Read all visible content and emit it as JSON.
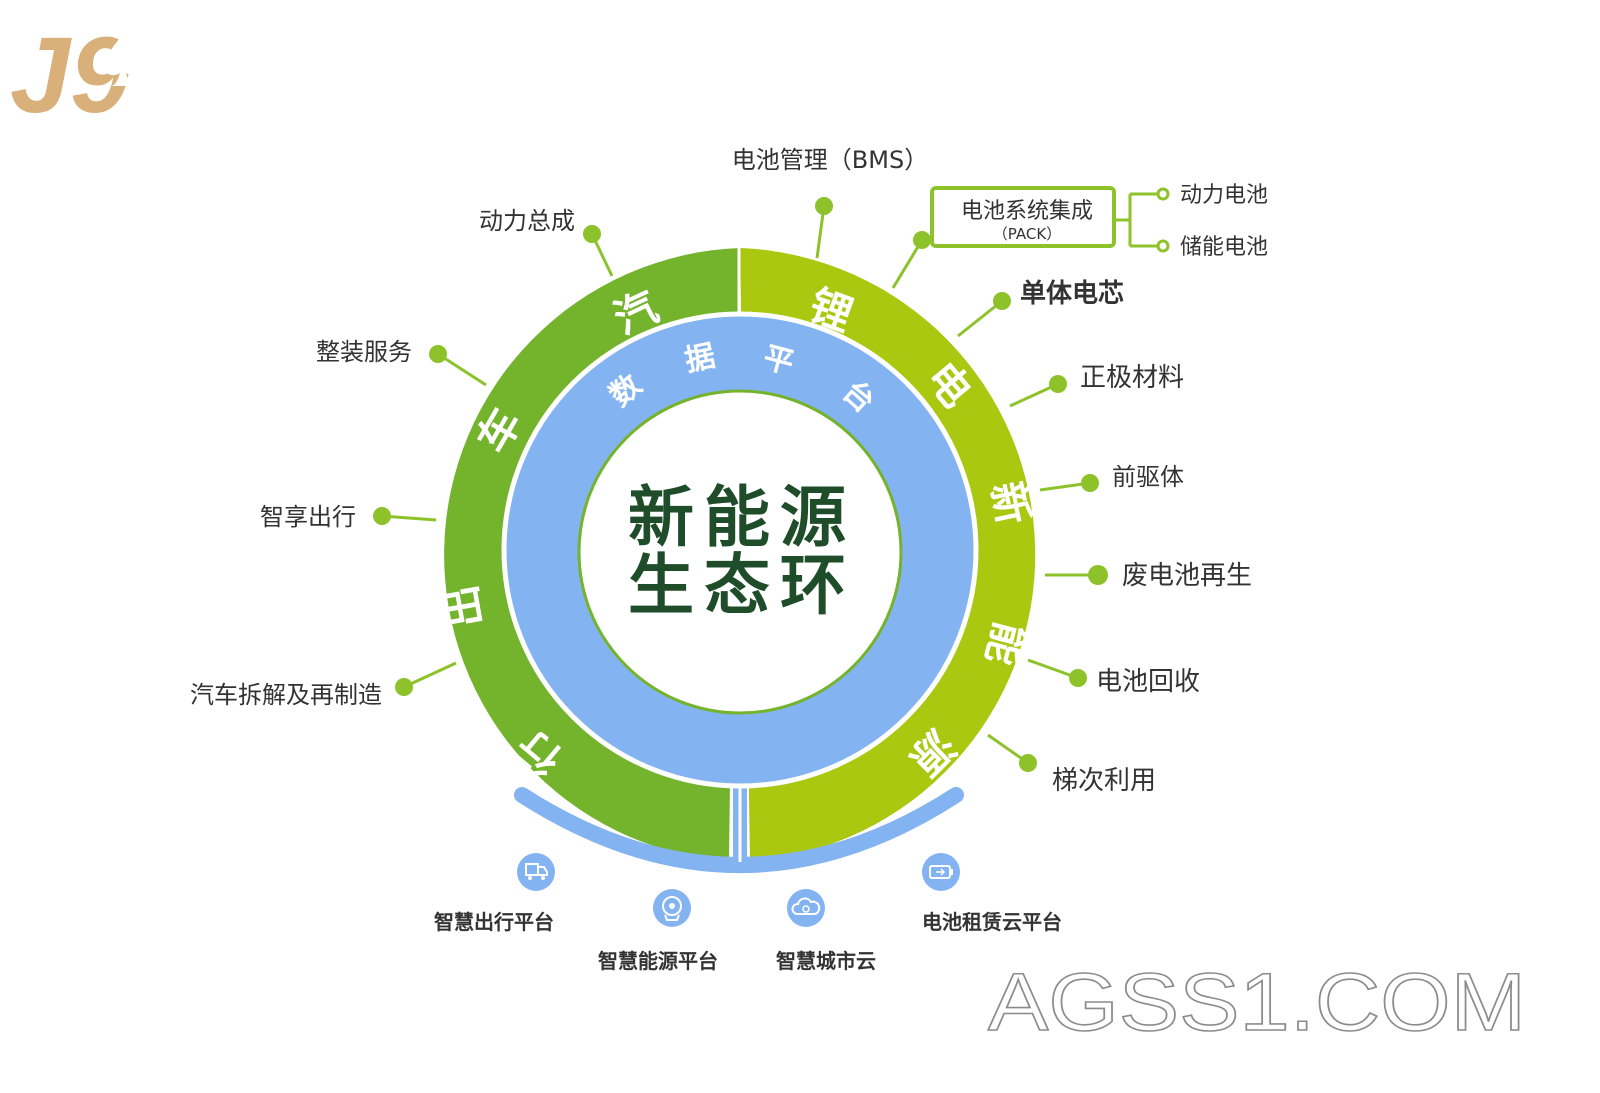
{
  "logo": {
    "text": "J9"
  },
  "center": {
    "line1": "新能源",
    "line2": "生态环"
  },
  "data_platform": {
    "chars": [
      "数",
      "据",
      "平",
      "台"
    ]
  },
  "car_ring": {
    "chars": [
      "汽",
      "车",
      "出",
      "行"
    ]
  },
  "lithium_ring": {
    "chars": [
      "锂",
      "电",
      "新",
      "能",
      "源"
    ]
  },
  "outer_labels": [
    {
      "id": "bms",
      "text": "电池管理（BMS）"
    },
    {
      "id": "powertrain",
      "text": "动力总成"
    },
    {
      "id": "assembly",
      "text": "整装服务"
    },
    {
      "id": "shared-mobility",
      "text": "智享出行"
    },
    {
      "id": "dismantle",
      "text": "汽车拆解及再制造"
    },
    {
      "id": "cell",
      "text": "单体电芯"
    },
    {
      "id": "cathode",
      "text": "正极材料"
    },
    {
      "id": "precursor",
      "text": "前驱体"
    },
    {
      "id": "regeneration",
      "text": "废电池再生"
    },
    {
      "id": "recycling",
      "text": "电池回收"
    },
    {
      "id": "cascade",
      "text": "梯次利用"
    }
  ],
  "pack_box": {
    "title": "电池系统集成",
    "subtitle": "（PACK）",
    "branches": [
      "动力电池",
      "储能电池"
    ]
  },
  "platforms": [
    {
      "id": "mobility",
      "text": "智慧出行平台",
      "icon": "truck-icon"
    },
    {
      "id": "energy",
      "text": "智慧能源平台",
      "icon": "brain-icon"
    },
    {
      "id": "city",
      "text": "智慧城市云",
      "icon": "cloud-icon"
    },
    {
      "id": "rental",
      "text": "电池租赁云平台",
      "icon": "battery-icon"
    }
  ],
  "watermark": {
    "text": "AGSS1.COM"
  },
  "colors": {
    "car_green": "#74b32c",
    "lithium_green": "#a9c80f",
    "platform_blue": "#84b3f2",
    "dot_green": "#8ec22a",
    "center_text": "#1f4d2a",
    "logo_gold": "#d9b07a"
  }
}
